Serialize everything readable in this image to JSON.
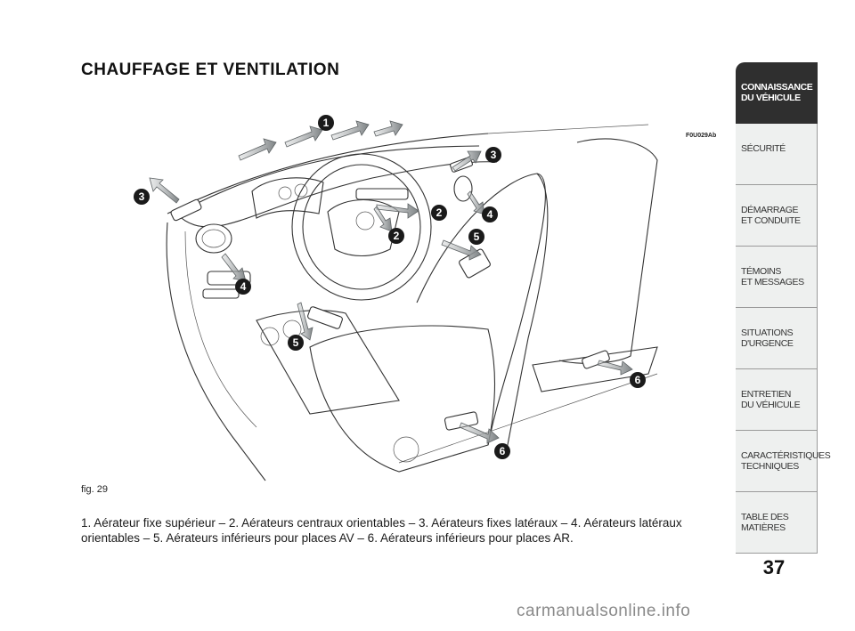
{
  "page": {
    "title": "CHAUFFAGE ET VENTILATION",
    "figure_code": "F0U029Ab",
    "figure_label": "fig. 29",
    "caption": "1. Aérateur fixe supérieur – 2. Aérateurs centraux orientables – 3. Aérateurs fixes latéraux – 4. Aérateurs latéraux orientables – 5. Aérateurs inférieurs pour places AV – 6. Aérateurs inférieurs pour places AR.",
    "page_number": "37"
  },
  "sidebar": {
    "tabs": [
      {
        "label": "CONNAISSANCE\nDU VÉHICULE",
        "active": true
      },
      {
        "label": "SÉCURITÉ",
        "active": false
      },
      {
        "label": "DÉMARRAGE\nET CONDUITE",
        "active": false
      },
      {
        "label": "TÉMOINS\nET MESSAGES",
        "active": false
      },
      {
        "label": "SITUATIONS\nD'URGENCE",
        "active": false
      },
      {
        "label": "ENTRETIEN\nDU VÉHICULE",
        "active": false
      },
      {
        "label": "CARACTÉRISTIQUES\nTECHNIQUES",
        "active": false
      },
      {
        "label": "TABLE DES\nMATIÈRES",
        "active": false
      }
    ]
  },
  "callouts": [
    "1",
    "2",
    "2",
    "3",
    "3",
    "4",
    "4",
    "5",
    "5",
    "6",
    "6"
  ],
  "colors": {
    "active_tab": "#2f2f2f",
    "tab": "#eef0ef",
    "callout": "#1a1a1a",
    "airflow": "#8f9496"
  },
  "watermark": "carmanualsonline.info"
}
